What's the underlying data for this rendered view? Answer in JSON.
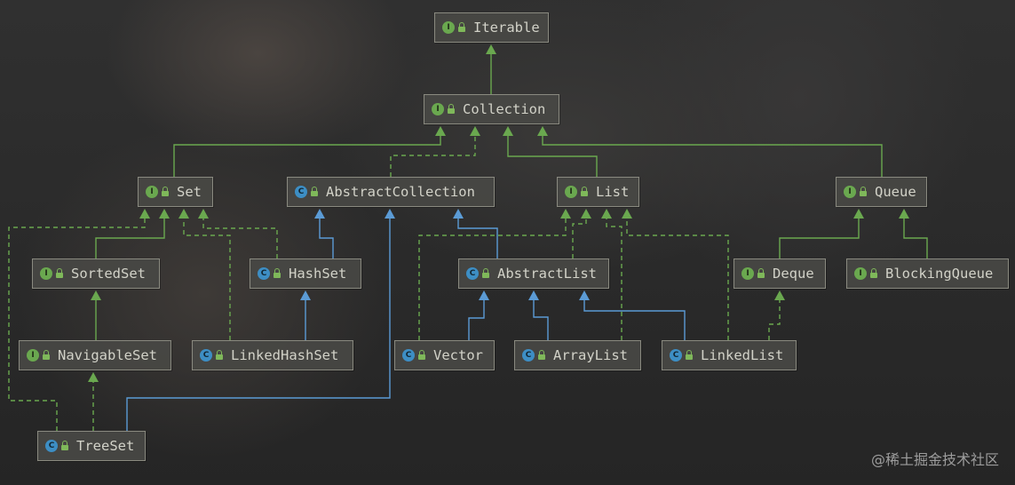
{
  "colors": {
    "interface_badge": "#6aa84f",
    "class_badge": "#3d8ec4",
    "extends_edge": "#6aa84f",
    "implements_edge": "#5b9bd5"
  },
  "nodes": {
    "iterable": {
      "label": "Iterable",
      "kind": "interface"
    },
    "collection": {
      "label": "Collection",
      "kind": "interface"
    },
    "set": {
      "label": "Set",
      "kind": "interface"
    },
    "abstract_collection": {
      "label": "AbstractCollection",
      "kind": "class"
    },
    "list": {
      "label": "List",
      "kind": "interface"
    },
    "queue": {
      "label": "Queue",
      "kind": "interface"
    },
    "sorted_set": {
      "label": "SortedSet",
      "kind": "interface"
    },
    "hash_set": {
      "label": "HashSet",
      "kind": "class"
    },
    "abstract_list": {
      "label": "AbstractList",
      "kind": "class"
    },
    "deque": {
      "label": "Deque",
      "kind": "interface"
    },
    "blocking_queue": {
      "label": "BlockingQueue",
      "kind": "interface"
    },
    "navigable_set": {
      "label": "NavigableSet",
      "kind": "interface"
    },
    "linked_hash_set": {
      "label": "LinkedHashSet",
      "kind": "class"
    },
    "vector": {
      "label": "Vector",
      "kind": "class"
    },
    "array_list": {
      "label": "ArrayList",
      "kind": "class"
    },
    "linked_list": {
      "label": "LinkedList",
      "kind": "class"
    },
    "tree_set": {
      "label": "TreeSet",
      "kind": "class"
    }
  },
  "edges": [
    {
      "from": "collection",
      "to": "iterable",
      "type": "extends"
    },
    {
      "from": "set",
      "to": "collection",
      "type": "extends"
    },
    {
      "from": "abstract_collection",
      "to": "collection",
      "type": "implements"
    },
    {
      "from": "list",
      "to": "collection",
      "type": "extends"
    },
    {
      "from": "queue",
      "to": "collection",
      "type": "extends"
    },
    {
      "from": "sorted_set",
      "to": "set",
      "type": "extends"
    },
    {
      "from": "hash_set",
      "to": "abstract_collection",
      "type": "class-extends"
    },
    {
      "from": "hash_set",
      "to": "set",
      "type": "implements"
    },
    {
      "from": "linked_hash_set",
      "to": "set",
      "type": "implements"
    },
    {
      "from": "linked_hash_set",
      "to": "hash_set",
      "type": "class-extends"
    },
    {
      "from": "tree_set",
      "to": "set",
      "type": "implements"
    },
    {
      "from": "tree_set",
      "to": "navigable_set",
      "type": "implements"
    },
    {
      "from": "tree_set",
      "to": "abstract_collection",
      "type": "class-extends"
    },
    {
      "from": "navigable_set",
      "to": "sorted_set",
      "type": "extends"
    },
    {
      "from": "abstract_list",
      "to": "abstract_collection",
      "type": "class-extends"
    },
    {
      "from": "abstract_list",
      "to": "list",
      "type": "implements"
    },
    {
      "from": "vector",
      "to": "list",
      "type": "implements"
    },
    {
      "from": "vector",
      "to": "abstract_list",
      "type": "class-extends"
    },
    {
      "from": "array_list",
      "to": "abstract_list",
      "type": "class-extends"
    },
    {
      "from": "array_list",
      "to": "list",
      "type": "implements"
    },
    {
      "from": "linked_list",
      "to": "abstract_list",
      "type": "class-extends"
    },
    {
      "from": "linked_list",
      "to": "list",
      "type": "implements"
    },
    {
      "from": "linked_list",
      "to": "deque",
      "type": "implements"
    },
    {
      "from": "deque",
      "to": "queue",
      "type": "extends"
    },
    {
      "from": "blocking_queue",
      "to": "queue",
      "type": "extends"
    }
  ],
  "watermark": "@稀土掘金技术社区"
}
